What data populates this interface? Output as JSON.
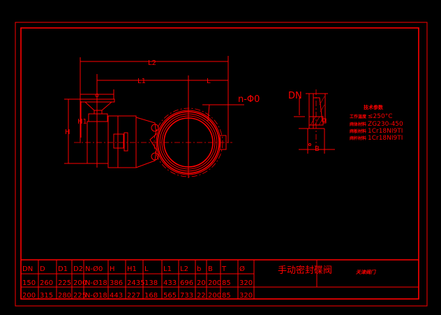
{
  "colors": {
    "background": "#000000",
    "lines": "#ff0000"
  },
  "drawing": {
    "dims": {
      "L2": "L2",
      "L1": "L1",
      "L": "L",
      "phi": "φ",
      "H": "H",
      "H1": "H1",
      "holes": "n-Φ0",
      "DN": "DN",
      "B": "B"
    }
  },
  "tech": {
    "title": "技术参数",
    "rows": [
      {
        "label": "工作温度",
        "value": "≤250°C"
      },
      {
        "label": "阀体材料",
        "value": "ZG230-450"
      },
      {
        "label": "阀板材料",
        "value": "1Cr18NI9TI"
      },
      {
        "label": "阀杆材料",
        "value": "1Cr18NI9TI"
      }
    ]
  },
  "table": {
    "headers": [
      "DN",
      "D",
      "D1",
      "D2",
      "N-Ø0",
      "H",
      "H1",
      "L",
      "L1",
      "L2",
      "b",
      "B",
      "T",
      "Ø"
    ],
    "rows": [
      [
        "150",
        "260",
        "225",
        "200",
        "N-Ø18",
        "386",
        "2435",
        "138",
        "433",
        "696",
        "20",
        "200",
        "85",
        "320"
      ],
      [
        "200",
        "315",
        "280",
        "225",
        "N-Ø18",
        "443",
        "227",
        "168",
        "565",
        "733",
        "22",
        "200",
        "85",
        "320"
      ]
    ],
    "title": "手动密封碟阀",
    "logo": "天津阀门"
  }
}
